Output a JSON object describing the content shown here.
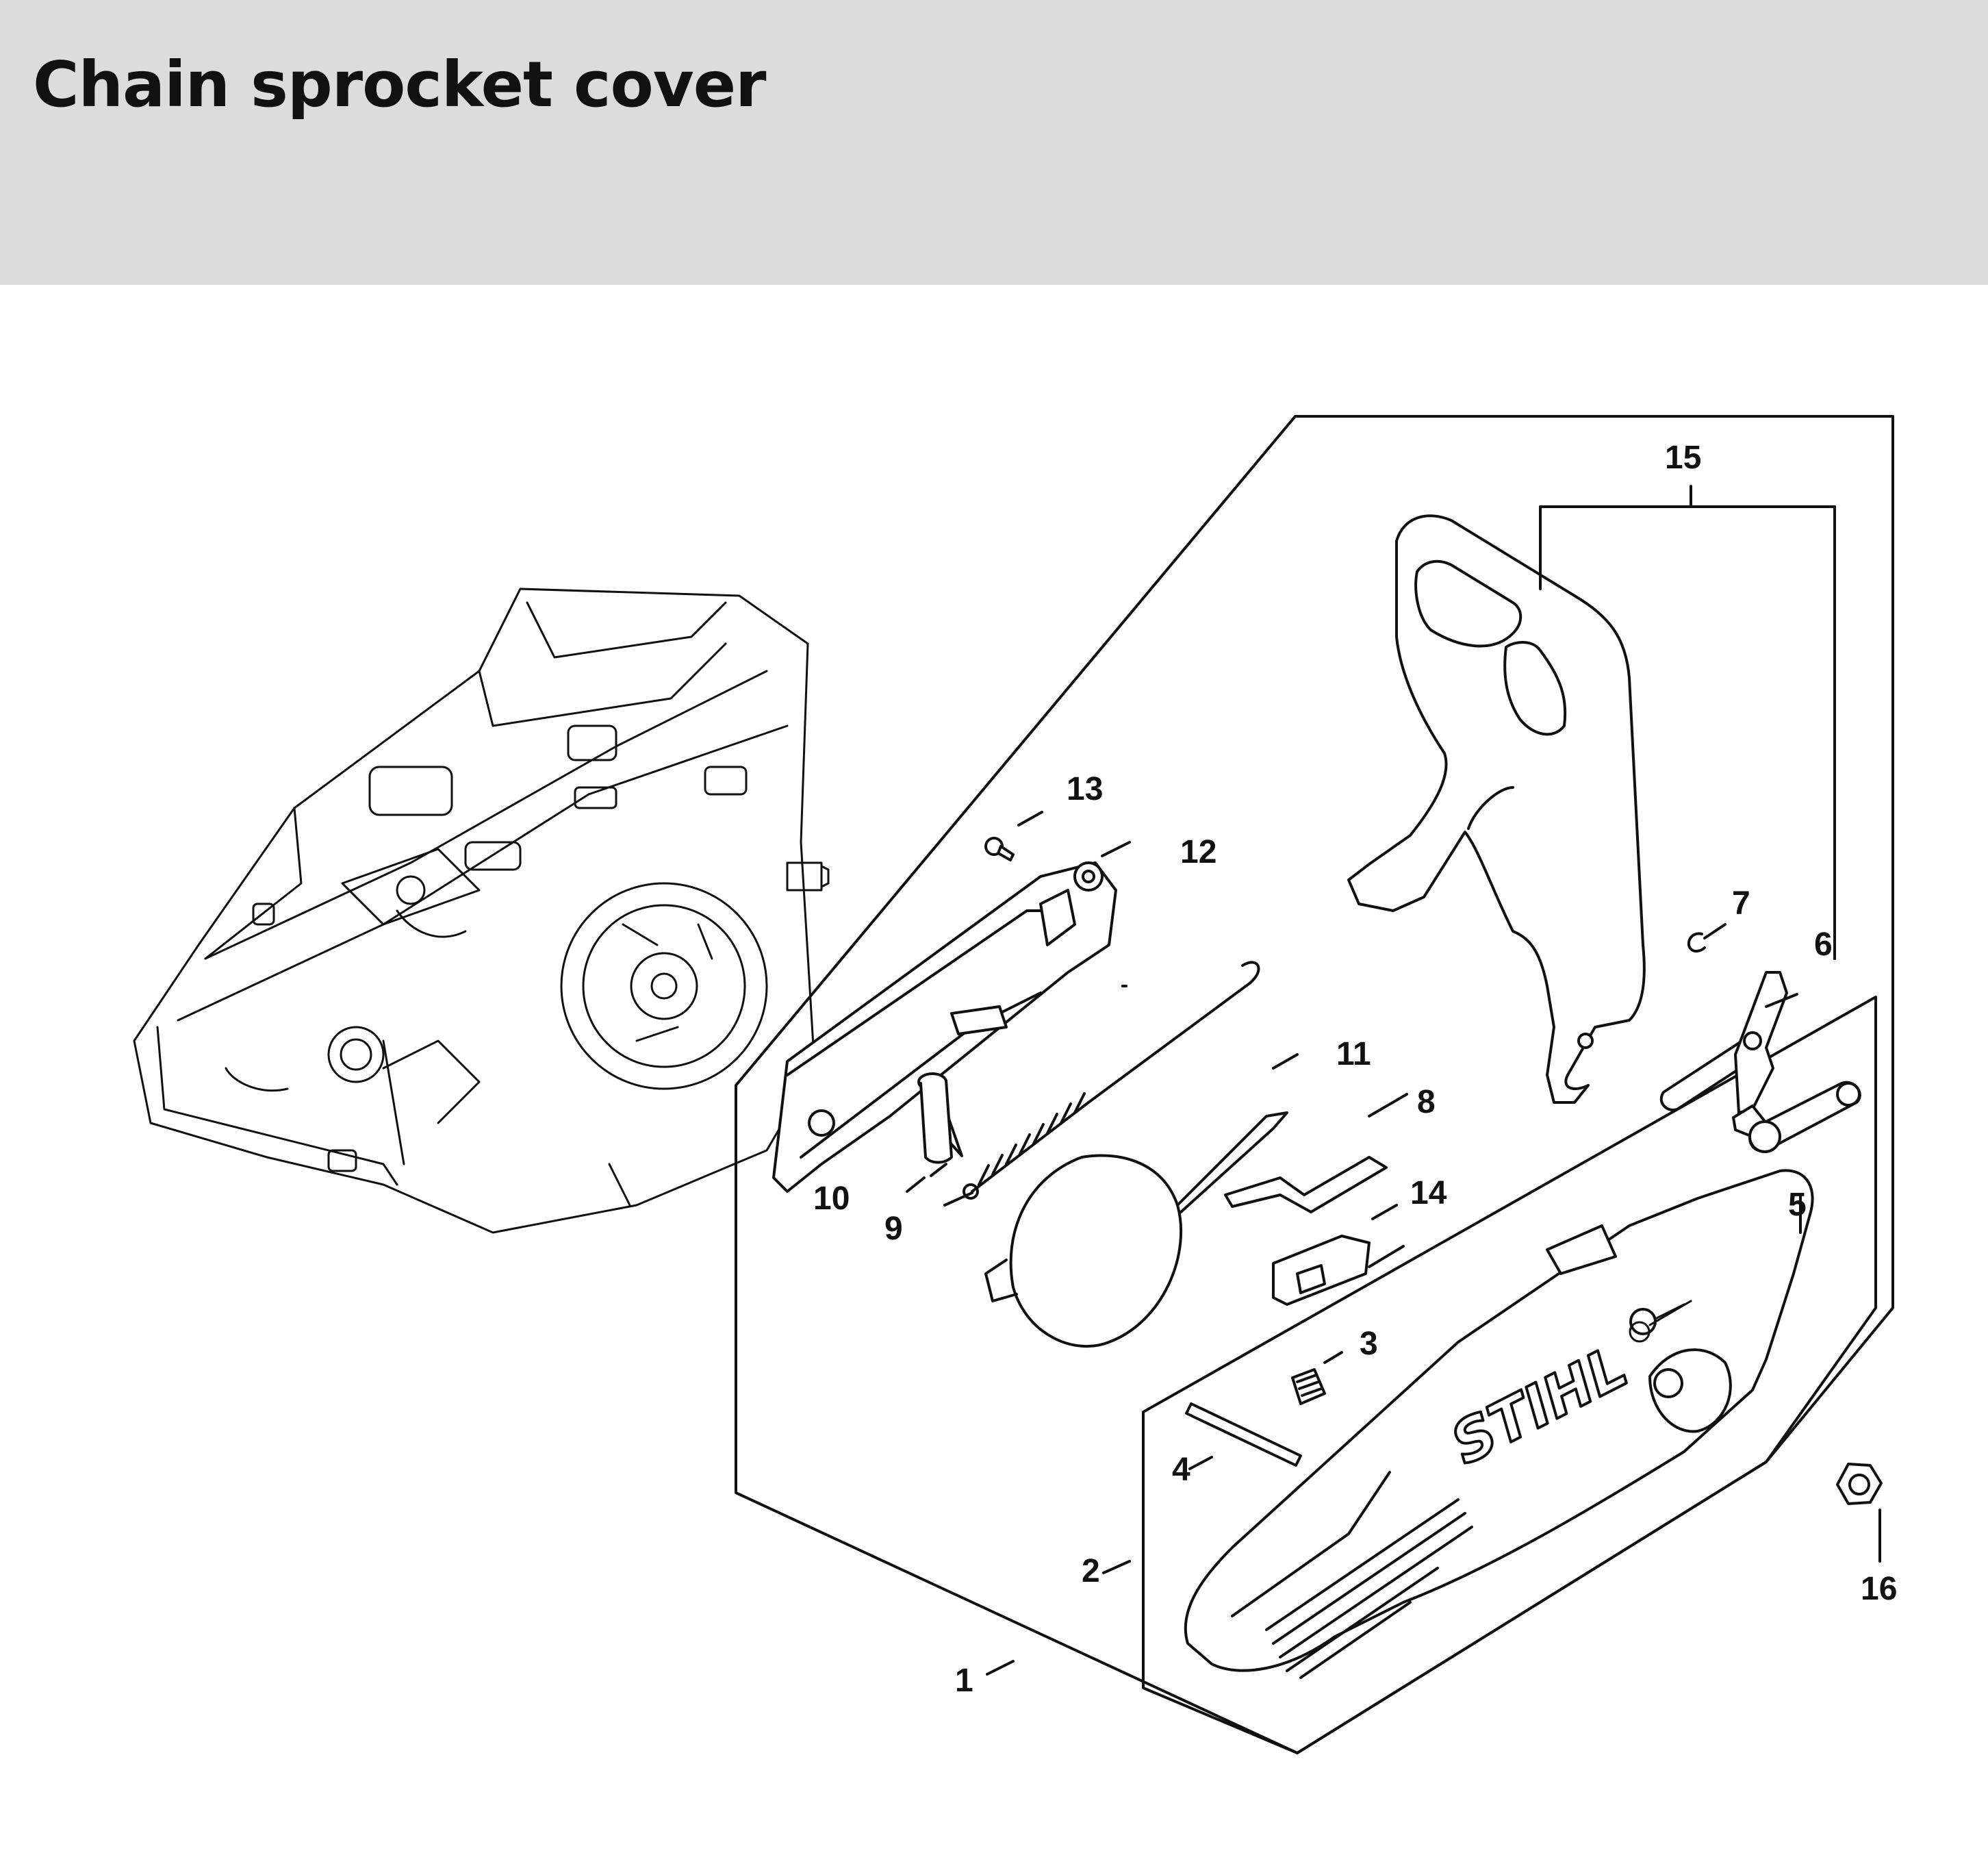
{
  "page": {
    "title": "Chain sprocket cover"
  },
  "brand_logo": "STIHL",
  "colors": {
    "header_bg": "#dcdcdc",
    "line": "#111111",
    "part_fill": "#ffffff"
  },
  "callouts": {
    "c1": "1",
    "c2": "2",
    "c3": "3",
    "c4": "4",
    "c5": "5",
    "c6": "6",
    "c7": "7",
    "c8": "8",
    "c9": "9",
    "c10": "10",
    "c11": "11",
    "c12": "12",
    "c13": "13",
    "c14": "14",
    "c15": "15",
    "c16": "16"
  }
}
